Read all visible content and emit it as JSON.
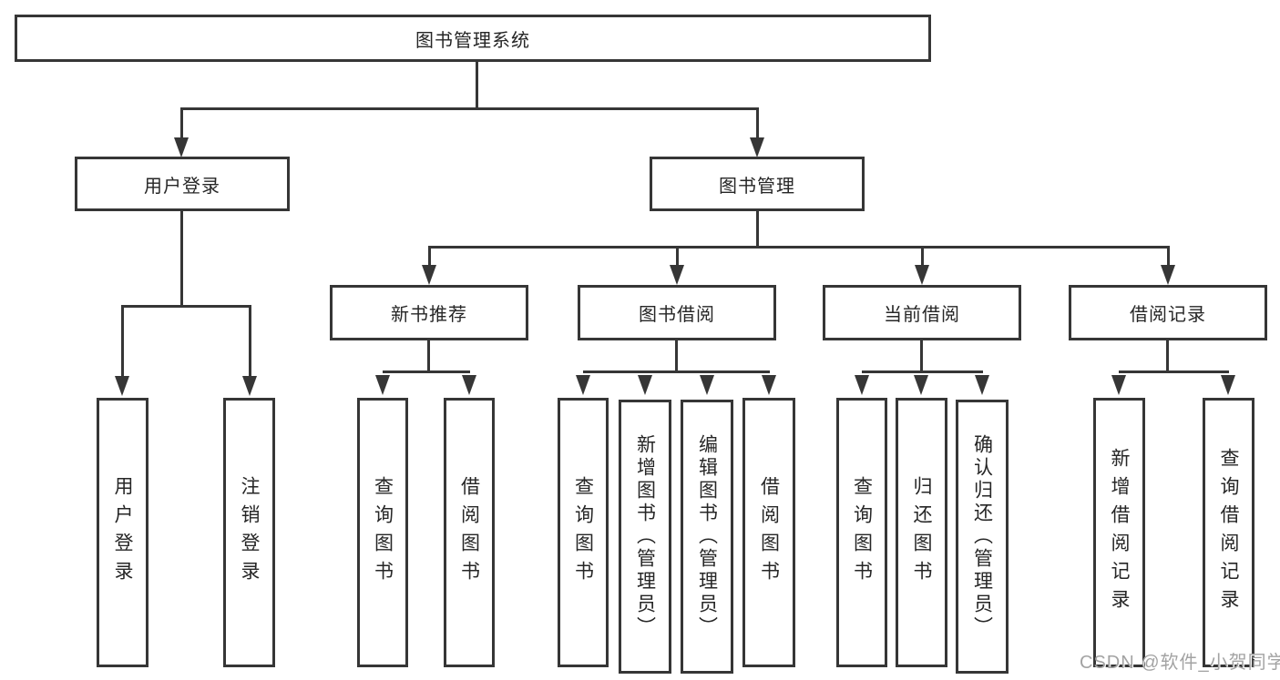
{
  "diagram_type": "hierarchy-tree",
  "colors": {
    "line": "#363636",
    "box_border": "#363636",
    "text": "#262626",
    "background": "#ffffff",
    "watermark": "#a3a3a3"
  },
  "tree": {
    "root": {
      "label": "图书管理系统",
      "children": [
        {
          "label": "用户登录",
          "children": [
            {
              "label": "用户登录"
            },
            {
              "label": "注销登录"
            }
          ]
        },
        {
          "label": "图书管理",
          "children": [
            {
              "label": "新书推荐",
              "children": [
                {
                  "label": "查询图书"
                },
                {
                  "label": "借阅图书"
                }
              ]
            },
            {
              "label": "图书借阅",
              "children": [
                {
                  "label": "查询图书"
                },
                {
                  "label": "新增图书（管理员）"
                },
                {
                  "label": "编辑图书（管理员）"
                },
                {
                  "label": "借阅图书"
                }
              ]
            },
            {
              "label": "当前借阅",
              "children": [
                {
                  "label": "查询图书"
                },
                {
                  "label": "归还图书"
                },
                {
                  "label": "确认归还（管理员）"
                }
              ]
            },
            {
              "label": "借阅记录",
              "children": [
                {
                  "label": "新增借阅记录"
                },
                {
                  "label": "查询借阅记录"
                }
              ]
            }
          ]
        }
      ]
    }
  },
  "watermark": {
    "text": "CSDN @软件_小贺同学"
  }
}
